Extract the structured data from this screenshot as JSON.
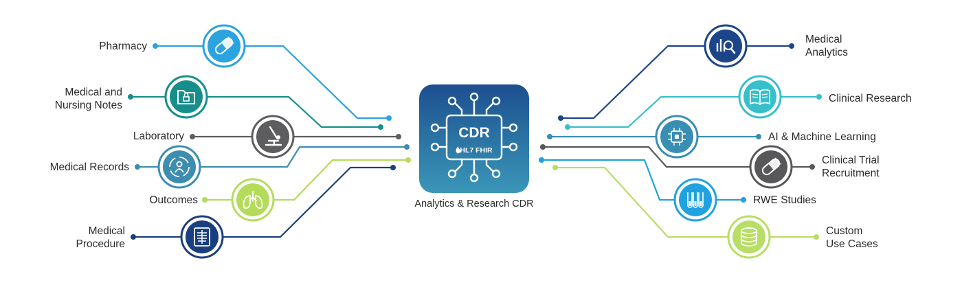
{
  "center": {
    "badge_text": "CDR",
    "standard_text": "HL7 FHIR",
    "title": "Analytics & Research CDR",
    "colors": {
      "top": "#1c4f8f",
      "bottom": "#3a97b8"
    },
    "icon": "chip-icon"
  },
  "left_nodes": [
    {
      "id": "pharmacy",
      "label": "Pharmacy",
      "color": "#2aa3df",
      "icon": "pill-icon"
    },
    {
      "id": "nursing-notes",
      "label": "Medical and\nNursing Notes",
      "color": "#168f8c",
      "icon": "folder-lock-icon"
    },
    {
      "id": "laboratory",
      "label": "Laboratory",
      "color": "#5d5d5f",
      "icon": "microscope-icon"
    },
    {
      "id": "medical-records",
      "label": "Medical Records",
      "color": "#3d8db0",
      "icon": "patient-record-icon"
    },
    {
      "id": "outcomes",
      "label": "Outcomes",
      "color": "#b4dc5a",
      "icon": "lungs-icon"
    },
    {
      "id": "medical-procedure",
      "label": "Medical\nProcedure",
      "color": "#1a3f7e",
      "icon": "xray-icon"
    }
  ],
  "right_nodes": [
    {
      "id": "medical-analytics",
      "label": "Medical\nAnalytics",
      "color": "#1c4589",
      "icon": "analytics-search-icon"
    },
    {
      "id": "clinical-research",
      "label": "Clinical Research",
      "color": "#35c0cc",
      "icon": "open-book-icon"
    },
    {
      "id": "ai-ml",
      "label": "AI & Machine Learning",
      "color": "#3a8eb3",
      "icon": "ai-chip-icon"
    },
    {
      "id": "clinical-trial",
      "label": "Clinical Trial\nRecruitment",
      "color": "#58585a",
      "icon": "capsule-icon"
    },
    {
      "id": "rwe-studies",
      "label": "RWE Studies",
      "color": "#1fa2df",
      "icon": "test-tubes-icon"
    },
    {
      "id": "custom-use-cases",
      "label": "Custom\nUse Cases",
      "color": "#b8de66",
      "icon": "database-icon"
    }
  ]
}
